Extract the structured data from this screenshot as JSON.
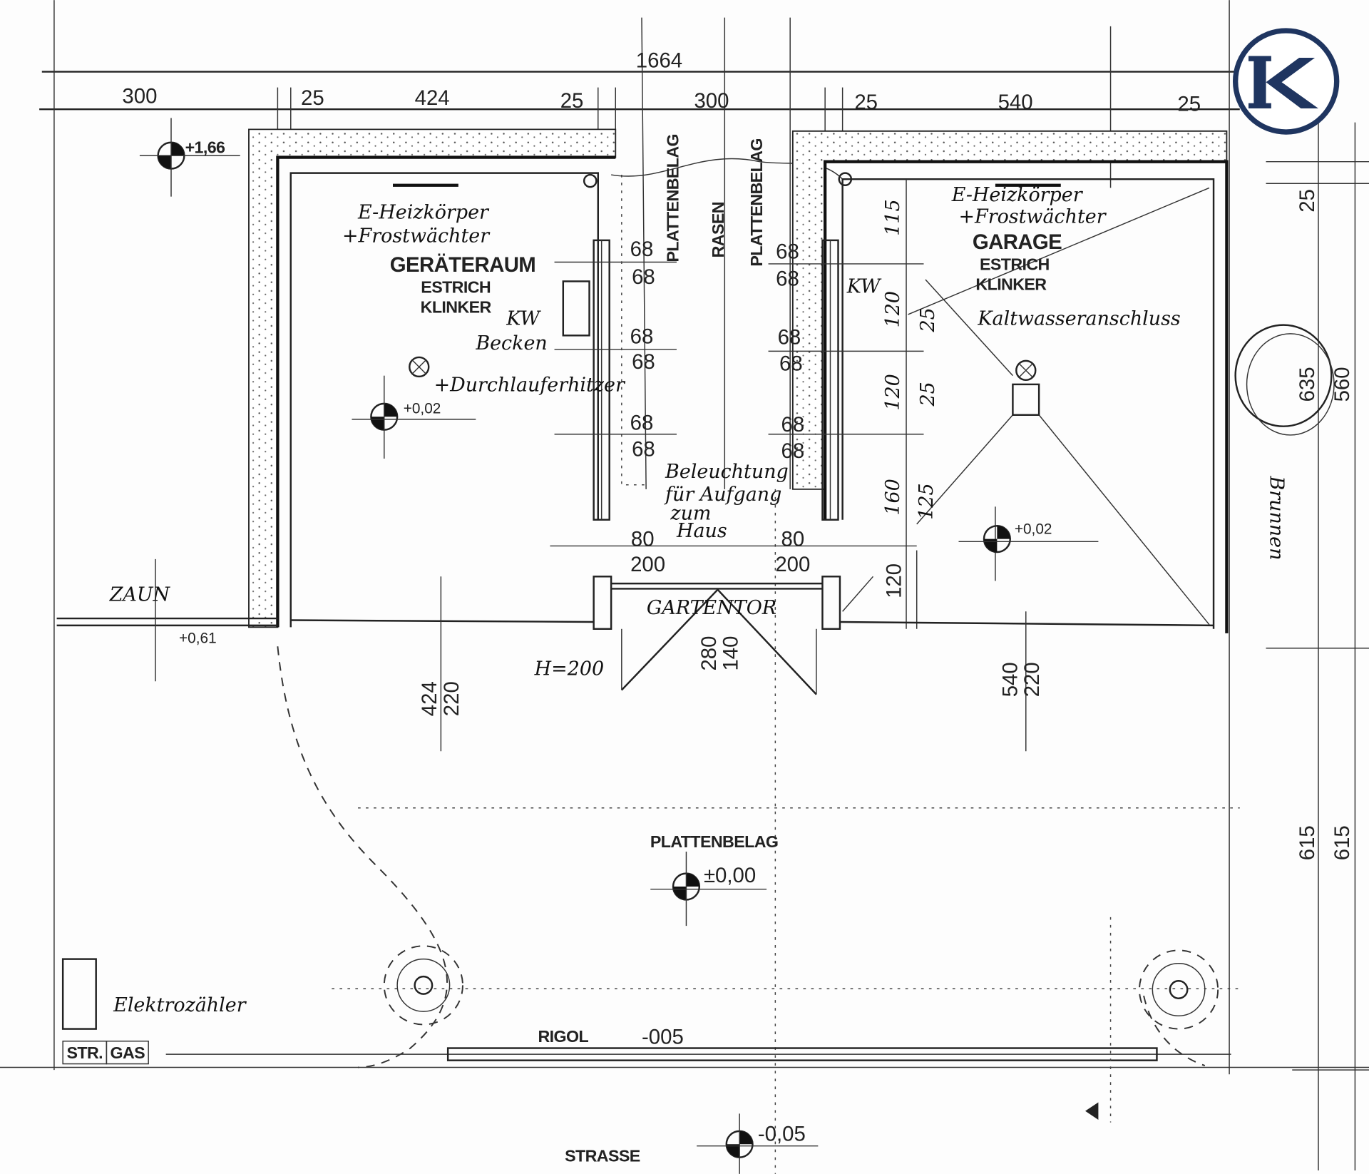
{
  "dimensions": {
    "overall": "1664",
    "top": [
      "300",
      "25",
      "424",
      "25",
      "300",
      "25",
      "540",
      "25"
    ],
    "left_room_rows": [
      "68",
      "68",
      "68",
      "68",
      "68",
      "68"
    ],
    "right_room_rows": [
      "68",
      "68",
      "68",
      "68",
      "68",
      "68"
    ],
    "garage_side": [
      "115",
      "120",
      "25",
      "120",
      "25",
      "160",
      "125"
    ],
    "gate_left": [
      "80",
      "200"
    ],
    "gate_right": [
      "80",
      "200"
    ],
    "gate_bottom_right": "120",
    "below_left": [
      "424",
      "220"
    ],
    "below_gate": [
      "280",
      "140"
    ],
    "below_right": [
      "540",
      "220"
    ],
    "right_side": [
      "25",
      "635",
      "560",
      "615",
      "615"
    ]
  },
  "levels": {
    "top_left": "+1,66",
    "left_room": "+0,02",
    "garage": "+0,02",
    "fence": "+0,61",
    "paving": "±0,00",
    "street": "-0,05",
    "rigol": "-005"
  },
  "rooms": {
    "left": {
      "name": "GERÄTERAUM",
      "floor1": "ESTRICH",
      "floor2": "KLINKER"
    },
    "right": {
      "name": "GARAGE",
      "floor1": "ESTRICH",
      "floor2": "KLINKER"
    },
    "path_left": "PLATTENBELAG",
    "path_mid": "RASEN",
    "path_right": "PLATTENBELAG",
    "paving": "PLATTENBELAG"
  },
  "labels": {
    "gate": "GARTENTOR",
    "fence": "ZAUN",
    "rigol": "RIGOL",
    "street": "STRASSE",
    "str": "STR.",
    "gas": "GAS",
    "gate_height": "H=200"
  },
  "handwritten": {
    "left_heater": [
      "E-Heizkörper",
      "+Frostwächter"
    ],
    "left_kw": "KW",
    "basin": [
      "Becken",
      "+Durchlauferhitzer"
    ],
    "right_heater": [
      "E-Heizkörper",
      "+Frostwächter"
    ],
    "right_kw": "KW",
    "cold_water": "Kaltwasseranschluss",
    "lighting": [
      "Beleuchtung",
      "für Aufgang"
    ],
    "to_house": [
      "zum",
      "Haus"
    ],
    "meter": "Elektrozähler",
    "well": "Brunnen"
  },
  "logo": {
    "letter": "K",
    "color": "#1f3560"
  }
}
